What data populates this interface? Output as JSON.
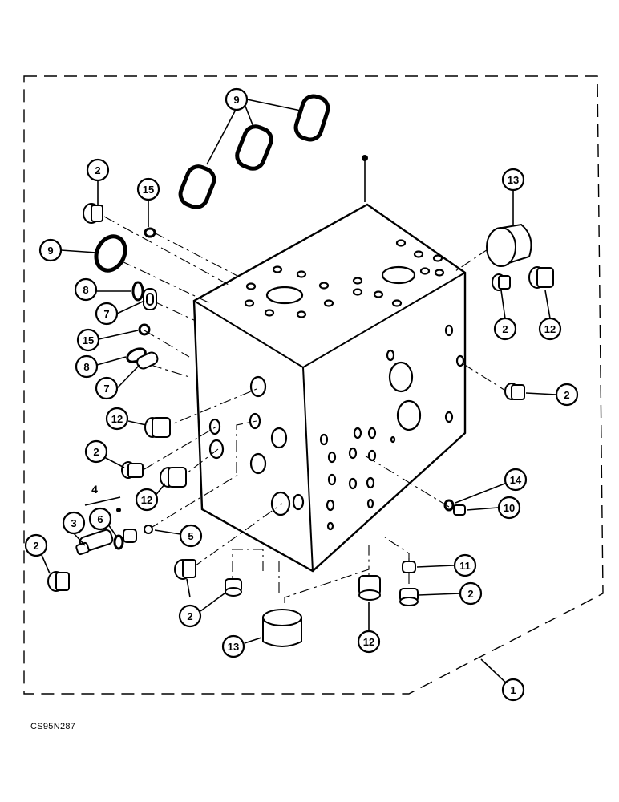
{
  "figure_code": "CS95N287",
  "callouts": [
    {
      "label": "1"
    },
    {
      "label": "2"
    },
    {
      "label": "2"
    },
    {
      "label": "2"
    },
    {
      "label": "2"
    },
    {
      "label": "2"
    },
    {
      "label": "2"
    },
    {
      "label": "2"
    },
    {
      "label": "3"
    },
    {
      "label": "4"
    },
    {
      "label": "5"
    },
    {
      "label": "6"
    },
    {
      "label": "7"
    },
    {
      "label": "7"
    },
    {
      "label": "8"
    },
    {
      "label": "8"
    },
    {
      "label": "9"
    },
    {
      "label": "9"
    },
    {
      "label": "10"
    },
    {
      "label": "11"
    },
    {
      "label": "12"
    },
    {
      "label": "12"
    },
    {
      "label": "12"
    },
    {
      "label": "12"
    },
    {
      "label": "13"
    },
    {
      "label": "13"
    },
    {
      "label": "14"
    },
    {
      "label": "15"
    },
    {
      "label": "15"
    }
  ]
}
